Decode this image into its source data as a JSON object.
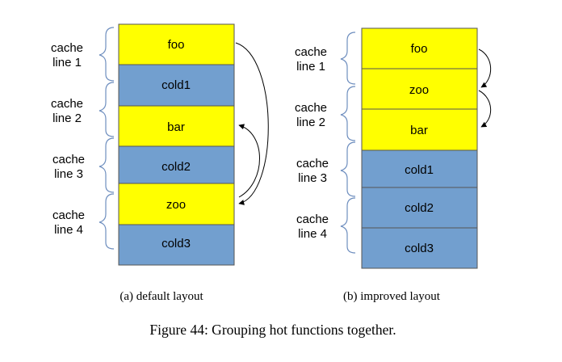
{
  "colors": {
    "hot": "#ffff00",
    "cold": "#729fcf",
    "border": "#555555",
    "brace": "#6f8fbf",
    "arrow": "#000000"
  },
  "left": {
    "blocks": [
      {
        "label": "foo",
        "kind": "hot"
      },
      {
        "label": "cold1",
        "kind": "cold"
      },
      {
        "label": "bar",
        "kind": "hot"
      },
      {
        "label": "cold2",
        "kind": "cold"
      },
      {
        "label": "zoo",
        "kind": "hot"
      },
      {
        "label": "cold3",
        "kind": "cold"
      }
    ],
    "cache_lines": [
      {
        "line1": "cache",
        "line2": "line 1"
      },
      {
        "line1": "cache",
        "line2": "line 2"
      },
      {
        "line1": "cache",
        "line2": "line 3"
      },
      {
        "line1": "cache",
        "line2": "line 4"
      }
    ],
    "caption": "(a) default layout"
  },
  "right": {
    "blocks": [
      {
        "label": "foo",
        "kind": "hot"
      },
      {
        "label": "zoo",
        "kind": "hot"
      },
      {
        "label": "bar",
        "kind": "hot"
      },
      {
        "label": "cold1",
        "kind": "cold"
      },
      {
        "label": "cold2",
        "kind": "cold"
      },
      {
        "label": "cold3",
        "kind": "cold"
      }
    ],
    "cache_lines": [
      {
        "line1": "cache",
        "line2": "line 1"
      },
      {
        "line1": "cache",
        "line2": "line 2"
      },
      {
        "line1": "cache",
        "line2": "line 3"
      },
      {
        "line1": "cache",
        "line2": "line 4"
      }
    ],
    "caption": "(b) improved layout"
  },
  "figure_caption": "Figure 44: Grouping hot functions together."
}
